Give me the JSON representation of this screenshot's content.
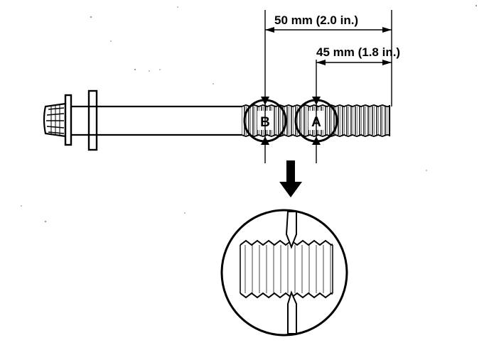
{
  "dimensions": {
    "outer": {
      "label": "50 mm (2.0 in.)"
    },
    "inner": {
      "label": "45 mm (1.8 in.)"
    }
  },
  "markers": {
    "a": {
      "label": "A"
    },
    "b": {
      "label": "B"
    }
  },
  "colors": {
    "ink": "#000000",
    "paper": "#ffffff"
  }
}
